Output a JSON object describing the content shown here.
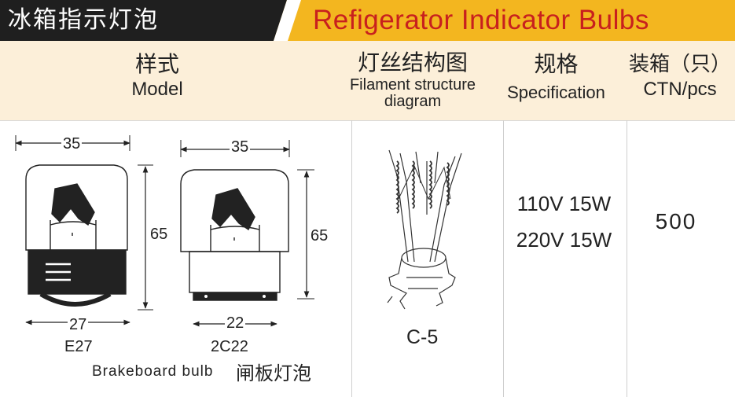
{
  "banner": {
    "title_cn": "冰箱指示灯泡",
    "title_en": "Refigerator Indicator Bulbs",
    "colors": {
      "dark": "#1f1f1f",
      "gold": "#f3b61f",
      "title_red": "#c8201e",
      "header_bg": "#fcefd9"
    }
  },
  "headers": {
    "model": {
      "cn": "样式",
      "en": "Model"
    },
    "filament": {
      "cn": "灯丝结构图",
      "en_line1": "Filament structure",
      "en_line2": "diagram"
    },
    "spec": {
      "cn": "规格",
      "en": "Specification"
    },
    "ctn": {
      "cn": "装箱（只）",
      "en": "CTN/pcs"
    }
  },
  "bulbs": [
    {
      "type": "E27",
      "width_top": "35",
      "height": "65",
      "base_width": "27"
    },
    {
      "type": "2C22",
      "width_top": "35",
      "height": "65",
      "base_width": "22"
    }
  ],
  "brakeboard": {
    "en": "Brakeboard bulb",
    "cn": "闸板灯泡"
  },
  "filament_label": "C-5",
  "specs": [
    "110V 15W",
    "220V 15W"
  ],
  "ctn_value": "500"
}
